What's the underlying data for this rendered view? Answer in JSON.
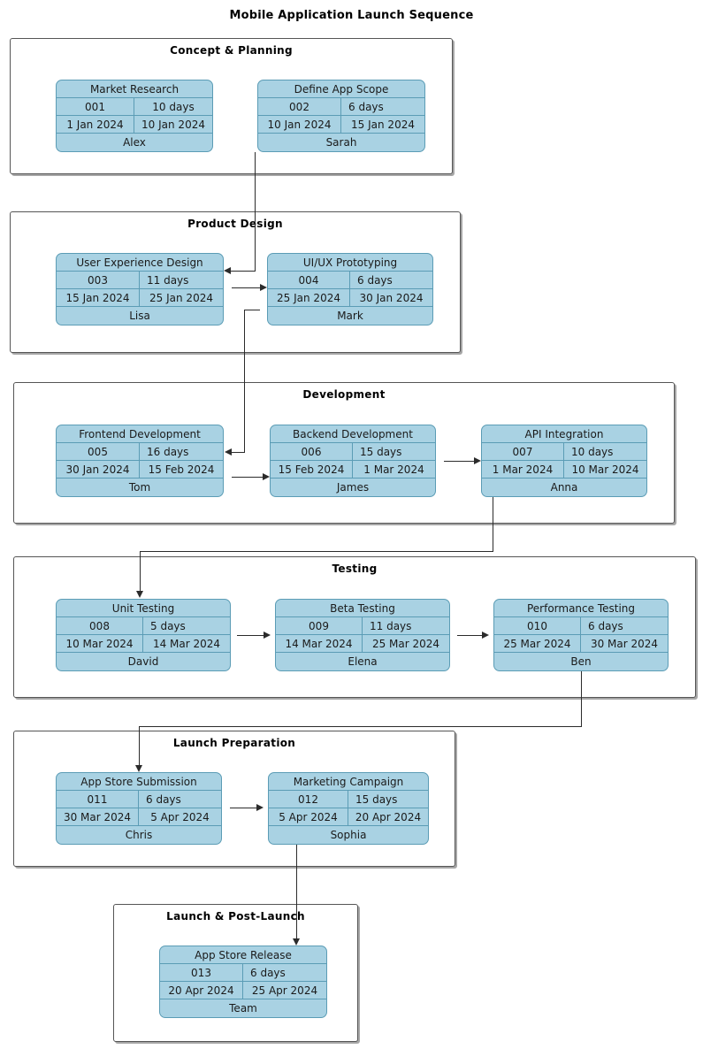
{
  "title": "Mobile Application Launch Sequence",
  "palette": {
    "card_fill": "#a9d2e3",
    "card_border": "#5b9cb5",
    "phase_border": "#555555",
    "connector": "#2b2b2b",
    "background": "#ffffff",
    "text": "#000000"
  },
  "phases": [
    {
      "id": "concept-planning",
      "label": "Concept & Planning",
      "tasks": [
        {
          "id": "001",
          "name": "Market Research",
          "duration": "10 days",
          "start": "1 Jan 2024",
          "end": "10 Jan 2024",
          "owner": "Alex"
        },
        {
          "id": "002",
          "name": "Define App Scope",
          "duration": "6 days",
          "start": "10 Jan 2024",
          "end": "15 Jan 2024",
          "owner": "Sarah"
        }
      ]
    },
    {
      "id": "product-design",
      "label": "Product Design",
      "tasks": [
        {
          "id": "003",
          "name": "User Experience Design",
          "duration": "11 days",
          "start": "15 Jan 2024",
          "end": "25 Jan 2024",
          "owner": "Lisa"
        },
        {
          "id": "004",
          "name": "UI/UX Prototyping",
          "duration": "6 days",
          "start": "25 Jan 2024",
          "end": "30 Jan 2024",
          "owner": "Mark"
        }
      ]
    },
    {
      "id": "development",
      "label": "Development",
      "tasks": [
        {
          "id": "005",
          "name": "Frontend Development",
          "duration": "16 days",
          "start": "30 Jan 2024",
          "end": "15 Feb 2024",
          "owner": "Tom"
        },
        {
          "id": "006",
          "name": "Backend Development",
          "duration": "15 days",
          "start": "15 Feb 2024",
          "end": "1 Mar 2024",
          "owner": "James"
        },
        {
          "id": "007",
          "name": "API Integration",
          "duration": "10 days",
          "start": "1 Mar 2024",
          "end": "10 Mar 2024",
          "owner": "Anna"
        }
      ]
    },
    {
      "id": "testing",
      "label": "Testing",
      "tasks": [
        {
          "id": "008",
          "name": "Unit Testing",
          "duration": "5 days",
          "start": "10 Mar 2024",
          "end": "14 Mar 2024",
          "owner": "David"
        },
        {
          "id": "009",
          "name": "Beta Testing",
          "duration": "11 days",
          "start": "14 Mar 2024",
          "end": "25 Mar 2024",
          "owner": "Elena"
        },
        {
          "id": "010",
          "name": "Performance Testing",
          "duration": "6 days",
          "start": "25 Mar 2024",
          "end": "30 Mar 2024",
          "owner": "Ben"
        }
      ]
    },
    {
      "id": "launch-preparation",
      "label": "Launch Preparation",
      "tasks": [
        {
          "id": "011",
          "name": "App Store Submission",
          "duration": "6 days",
          "start": "30 Mar 2024",
          "end": "5 Apr 2024",
          "owner": "Chris"
        },
        {
          "id": "012",
          "name": "Marketing Campaign",
          "duration": "15 days",
          "start": "5 Apr 2024",
          "end": "20 Apr 2024",
          "owner": "Sophia"
        }
      ]
    },
    {
      "id": "launch-post-launch",
      "label": "Launch & Post-Launch",
      "tasks": [
        {
          "id": "013",
          "name": "App Store Release",
          "duration": "6 days",
          "start": "20 Apr 2024",
          "end": "25 Apr 2024",
          "owner": "Team"
        }
      ]
    }
  ],
  "connections": [
    {
      "from": "002",
      "to": "003",
      "direction": "left"
    },
    {
      "from": "003",
      "to": "004",
      "direction": "right"
    },
    {
      "from": "004",
      "to": "005",
      "direction": "left"
    },
    {
      "from": "005",
      "to": "006",
      "direction": "right"
    },
    {
      "from": "006",
      "to": "007",
      "direction": "right"
    },
    {
      "from": "007",
      "to": "008",
      "direction": "down"
    },
    {
      "from": "008",
      "to": "009",
      "direction": "right"
    },
    {
      "from": "009",
      "to": "010",
      "direction": "right"
    },
    {
      "from": "010",
      "to": "011",
      "direction": "down"
    },
    {
      "from": "011",
      "to": "012",
      "direction": "right"
    },
    {
      "from": "012",
      "to": "013",
      "direction": "down"
    }
  ]
}
